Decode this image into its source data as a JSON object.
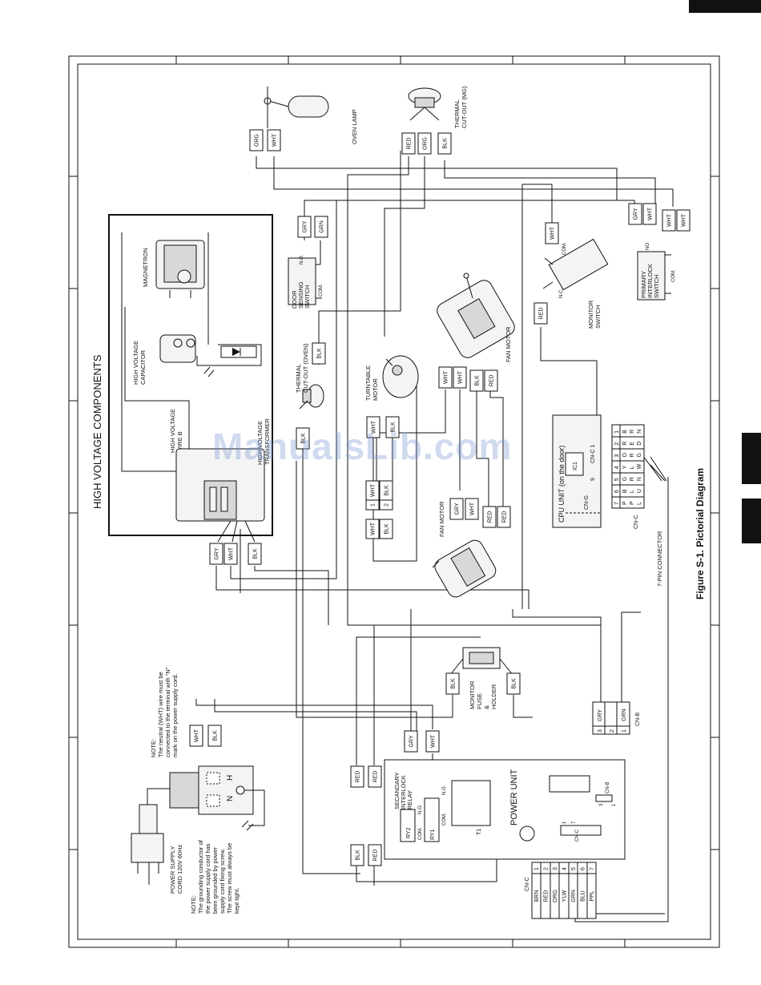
{
  "diagram": {
    "title": "HIGH VOLTAGE COMPONENTS",
    "figure_caption": "Figure S-1. Pictorial Diagram",
    "watermark": "ManualsLib.com",
    "components": {
      "oven_lamp": "OVEN LAMP",
      "thermal_mg": [
        "THERMAL",
        "CUT-OUT (MG)"
      ],
      "magnetron": "MAGNETRON",
      "hv_capacitor": [
        "HIGH VOLTAGE",
        "CAPACITOR"
      ],
      "hv_wire": [
        "HIGH VOLTAGE",
        "WIRE B"
      ],
      "hv_transformer": [
        "HIGH VOLTAGE",
        "TRANSFORMER"
      ],
      "door_sensing": [
        "DOOR",
        "SENSING",
        "SWITCH"
      ],
      "thermal_oven": [
        "THERMAL",
        "CUT-OUT (OVEN)"
      ],
      "turntable_motor": [
        "TURNTABLE",
        "MOTOR"
      ],
      "fan_motor_1": "FAN MOTOR",
      "fan_motor_2": "FAN MOTOR",
      "monitor_switch": [
        "MONITOR",
        "SWITCH"
      ],
      "primary_interlock": [
        "PRIMARY",
        "INTERLOCK",
        "SWITCH"
      ],
      "cpu_unit": "CPU UNIT (on the door)",
      "ic1": "IC1",
      "cn_g": "CN-G",
      "cn_c_1": "CN-C 1",
      "pin_9": "9",
      "monitor_fuse": [
        "MONITOR",
        "FUSE",
        "&",
        "HOLDER"
      ],
      "power_unit": "POWER UNIT",
      "secondary_relay": [
        "SECANDARY",
        "INTERLOCK",
        "RELAY"
      ],
      "t1": "T1",
      "ry1": "RY1",
      "ry2": "RY2",
      "com": "COM.",
      "no": "N.O.",
      "nc": "N.C.",
      "no_short": "NO",
      "cn_b": "CN-B",
      "cn_c": "CN-C",
      "seven_pin": "7-PIN CONNECTOR",
      "power_supply": [
        "POWER SUPPLY",
        "CORD 120V 60Hz"
      ],
      "note1": [
        "NOTE:",
        "The neutral (WHT) wire must be",
        "connected to the terminal with \"N\"",
        "mark on the power supply cord."
      ],
      "note2": [
        "NOTE:",
        "The grounding conductor of",
        "the power supply cord has",
        "been grounded by power",
        "supply cord fixing screw.",
        "The screw must always be",
        "kept tight."
      ],
      "plug_n": "N",
      "plug_h": "H"
    },
    "wire_tags": {
      "lamp": [
        "ORG",
        "WHT"
      ],
      "thermal_mg": [
        "RED",
        "ORG",
        "BLK"
      ],
      "door_switch": [
        "GRY",
        "GRN"
      ],
      "thermal_oven": "BLK",
      "turntable": [
        "WHT",
        "BLK"
      ],
      "fan_top": [
        "WHT",
        "WHT",
        "BLK",
        "RED"
      ],
      "monitor_switch": [
        "WHT",
        "RED"
      ],
      "primary": [
        "GRY",
        "WHT",
        "WHT",
        "WHT"
      ],
      "transformer_blk": "BLK",
      "trans_conn": [
        "WHT",
        "BLK",
        "WHT",
        "BLK"
      ],
      "trans_conn_nums": [
        "1",
        "2"
      ],
      "fan_left": [
        "GRY",
        "WHT",
        "RED",
        "RED"
      ],
      "hv_bottom": [
        "GRY",
        "WHT",
        "BLK"
      ],
      "fuse": [
        "BLK",
        "BLK"
      ],
      "cord": [
        "WHT",
        "BLK"
      ],
      "relay": [
        "RED",
        "RED",
        "GRY",
        "WHT"
      ],
      "power_bottom": [
        "BLK",
        "RED"
      ],
      "cnb": [
        "GRY",
        "GRN"
      ],
      "cnb_nums": [
        "3",
        "2",
        "1"
      ]
    },
    "cnc_table": {
      "rows": [
        {
          "pin": "1",
          "color": "BRN"
        },
        {
          "pin": "2",
          "color": "RED"
        },
        {
          "pin": "3",
          "color": "ORG"
        },
        {
          "pin": "4",
          "color": "YLW"
        },
        {
          "pin": "5",
          "color": "GRN"
        },
        {
          "pin": "6",
          "color": "BLU"
        },
        {
          "pin": "7",
          "color": "PPL"
        }
      ]
    },
    "seven_pin_table": {
      "pins": [
        "7",
        "6",
        "5",
        "4",
        "3",
        "2",
        "1"
      ],
      "letters": [
        [
          "P",
          "P",
          "L"
        ],
        [
          "B",
          "L",
          "U"
        ],
        [
          "G",
          "R",
          "N"
        ],
        [
          "Y",
          "L",
          "W"
        ],
        [
          "O",
          "R",
          "G"
        ],
        [
          "R",
          "E",
          "D"
        ],
        [
          "B",
          "R",
          "N"
        ]
      ]
    },
    "cn_b_pins": [
      "3",
      "1"
    ],
    "cn_c_pins": [
      "1",
      "7"
    ]
  }
}
